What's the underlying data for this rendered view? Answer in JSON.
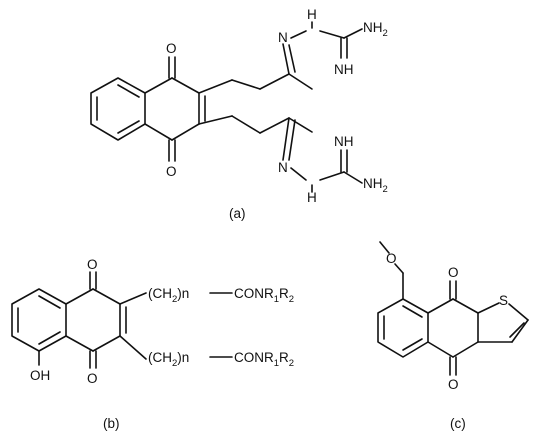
{
  "structure_a": {
    "caption": "(a)",
    "atoms": {
      "o_top": "O",
      "o_bottom": "O",
      "n_upper": "N",
      "nh_upper": "H",
      "nh2_upper": "NH",
      "nh2_upper_sub": "2",
      "imine_upper": "NH",
      "n_lower": "N",
      "nh_lower": "H",
      "nh2_lower": "NH",
      "nh2_lower_sub": "2",
      "imine_lower": "NH"
    }
  },
  "structure_b": {
    "caption": "(b)",
    "atoms": {
      "o_top": "O",
      "o_bottom": "O",
      "oh": "OH"
    },
    "chain_upper": {
      "ch": "(CH",
      "ch_sub": "2",
      "n_paren": ")n",
      "amide": "CONR",
      "r1": "1",
      "r": "R",
      "r2": "2"
    },
    "chain_lower": {
      "ch": "(CH",
      "ch_sub": "2",
      "n_paren": ")n",
      "amide": "CONR",
      "r1": "1",
      "r": "R",
      "r2": "2"
    }
  },
  "structure_c": {
    "caption": "(c)",
    "atoms": {
      "o_methoxy": "O",
      "o_top": "O",
      "o_bottom": "O",
      "s": "S"
    }
  }
}
